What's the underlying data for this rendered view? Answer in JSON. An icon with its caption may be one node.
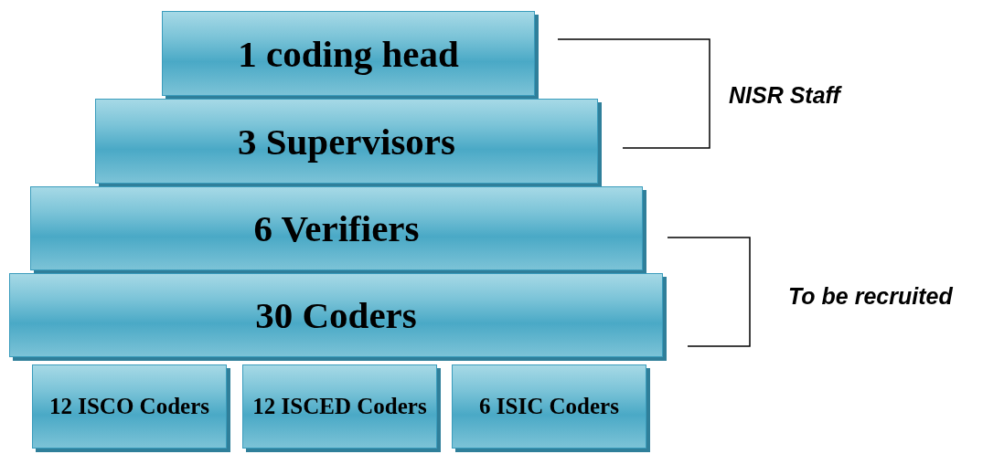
{
  "diagram": {
    "nodes": [
      {
        "text": [
          "1 coding head"
        ]
      },
      {
        "text": [
          "3 Supervisors"
        ]
      },
      {
        "text": [
          "6 Verifiers"
        ]
      },
      {
        "text": [
          "30 Coders"
        ]
      },
      {
        "text": [
          "12 ISCO Coders"
        ]
      },
      {
        "text": [
          "12 ISCED Coders"
        ]
      },
      {
        "text": [
          "6 ISIC Coders"
        ]
      }
    ],
    "labels": [
      "NISR Staff",
      "To be recruited"
    ]
  }
}
